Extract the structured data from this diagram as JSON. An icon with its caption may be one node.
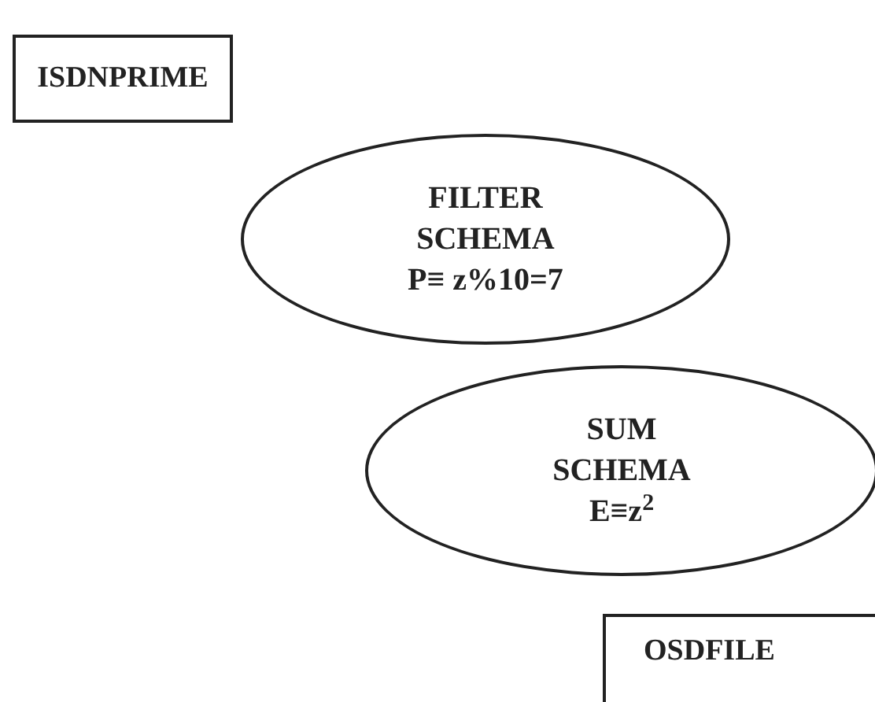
{
  "diagram": {
    "nodes": [
      {
        "text": [
          "ISDNPRIME"
        ]
      },
      {
        "text": [
          "FILTER SCHEMA",
          "P≡ z%10=7"
        ]
      },
      {
        "text": [
          "SUM SCHEMA",
          "E≡z$^{2}$"
        ]
      },
      {
        "text": [
          "OSDFILE"
        ]
      }
    ]
  }
}
